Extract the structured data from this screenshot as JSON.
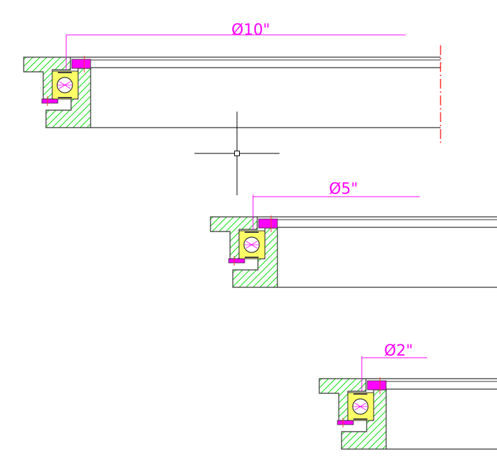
{
  "drawing": {
    "assemblies": [
      {
        "id": "bearing-10in",
        "diameter_label": "Ø10\""
      },
      {
        "id": "bearing-5in",
        "diameter_label": "Ø5\""
      },
      {
        "id": "bearing-2in",
        "diameter_label": "Ø2\""
      }
    ],
    "colors": {
      "hatch": "#00dd00",
      "dimension": "#ff00ff",
      "seal": "#ff00ff",
      "bearing": "#ffff66",
      "centerline": "#ff0000",
      "outline": "#333333"
    },
    "cursor": {
      "type": "crosshair"
    }
  }
}
